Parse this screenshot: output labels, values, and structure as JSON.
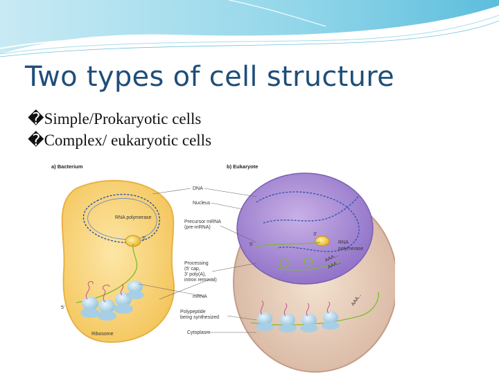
{
  "slide": {
    "title": "Two types of cell structure",
    "bullets": [
      {
        "marker": "�",
        "text": "Simple/Prokaryotic cells"
      },
      {
        "marker": "�",
        "text": "Complex/ eukaryotic cells"
      }
    ]
  },
  "figure": {
    "panel_a": "a) Bacterium",
    "panel_b": "b) Eukaryote",
    "labels": {
      "dna": "DNA",
      "nucleus": "Nucleus",
      "rna_pol_a": "RNA polymerase",
      "precursor_1": "Precursor mRNA",
      "precursor_2": "(pre-mRNA)",
      "processing_1": "Processing",
      "processing_2": "(5' cap,",
      "processing_3": "3' poly(A),",
      "processing_4": "intron removal)",
      "mrna": "mRNA",
      "polypeptide_1": "Polypeptide",
      "polypeptide_2": "being synthesized",
      "ribosome": "Ribosome",
      "cytoplasm": "Cytoplasm",
      "rna_pol_b_1": "RNA",
      "rna_pol_b_2": "polymerase",
      "end3_a": "3'",
      "end3_b": "3'",
      "end5_a": "5'",
      "end5_b": "5'",
      "aaa_1": "AAA...",
      "aaa_2": "AAA...",
      "aaa_3": "AAA..."
    }
  }
}
